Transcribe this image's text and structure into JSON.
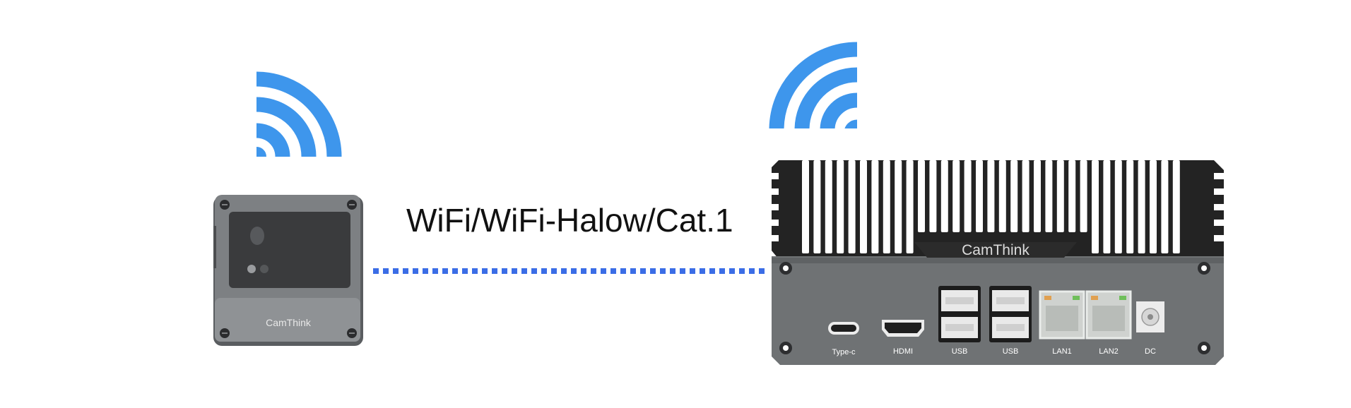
{
  "connection": {
    "label": "WiFi/WiFi-Halow/Cat.1"
  },
  "camera_device": {
    "brand": "CamThink"
  },
  "gateway_device": {
    "brand": "CamThink",
    "ports": [
      {
        "label": "Type-c"
      },
      {
        "label": "HDMI"
      },
      {
        "label": "USB"
      },
      {
        "label": "USB"
      },
      {
        "label": "LAN1"
      },
      {
        "label": "LAN2"
      },
      {
        "label": "DC"
      }
    ]
  },
  "icons": {
    "camera_signal": "wifi-signal-icon",
    "gateway_signal": "wifi-signal-icon"
  },
  "colors": {
    "signal_blue": "#3e96ec",
    "line_blue": "#3b6de6",
    "device_gray": "#6f7274",
    "heatsink_black": "#232323"
  }
}
